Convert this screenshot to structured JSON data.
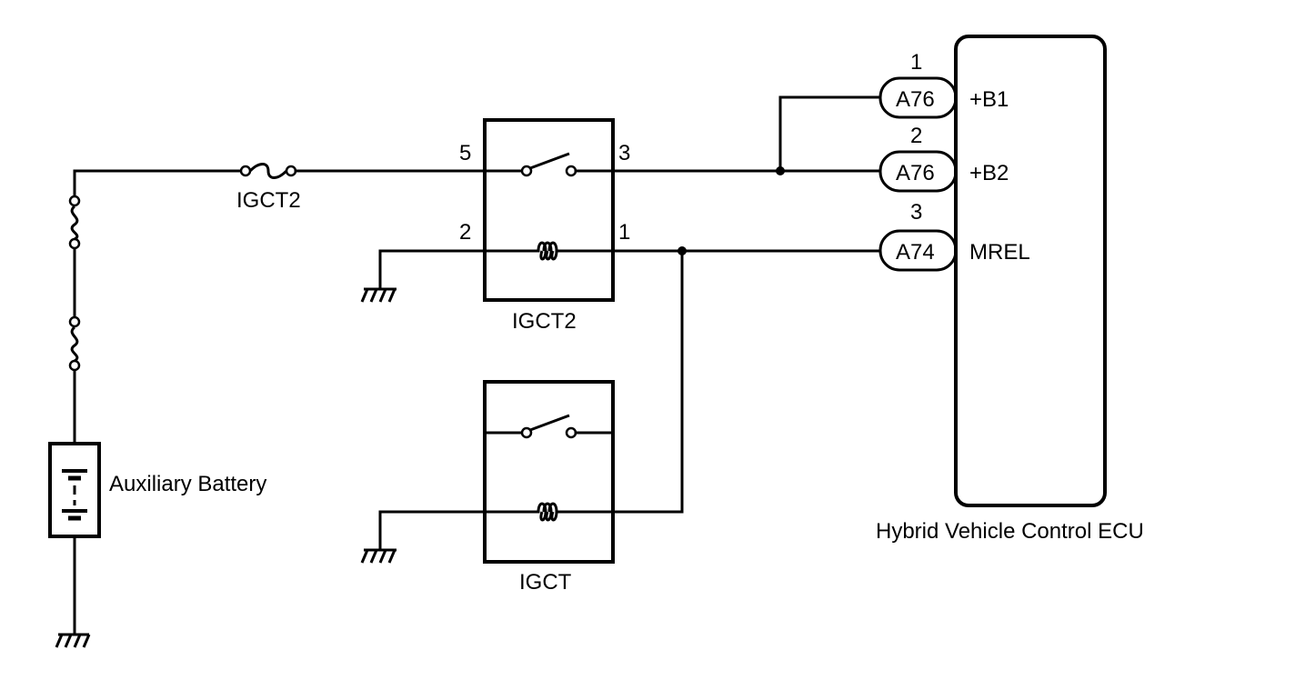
{
  "diagram": {
    "fuse_label": "IGCT2",
    "battery_label": "Auxiliary Battery",
    "relay_igct2": {
      "name": "IGCT2",
      "pin5": "5",
      "pin3": "3",
      "pin2": "2",
      "pin1": "1"
    },
    "relay_igct": {
      "name": "IGCT"
    },
    "ecu": {
      "name": "Hybrid Vehicle Control ECU",
      "pins": [
        {
          "number": "1",
          "connector": "A76",
          "signal": "+B1"
        },
        {
          "number": "2",
          "connector": "A76",
          "signal": "+B2"
        },
        {
          "number": "3",
          "connector": "A74",
          "signal": "MREL"
        }
      ]
    }
  }
}
